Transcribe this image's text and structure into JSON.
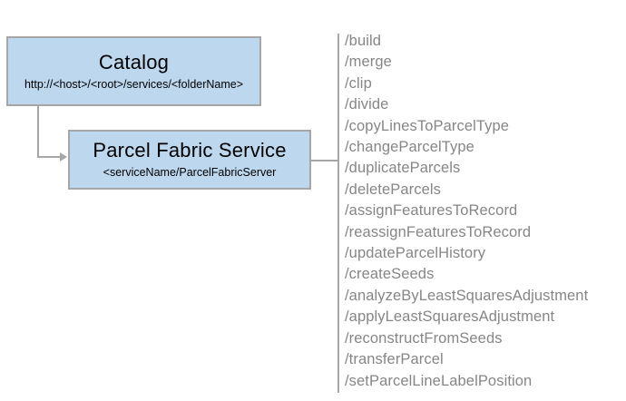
{
  "diagram": {
    "catalog_box": {
      "title": "Catalog",
      "subtitle": "http://<host>/<root>/services/<folderName>"
    },
    "service_box": {
      "title": "Parcel Fabric Service",
      "subtitle": "<serviceName/ParcelFabricServer"
    },
    "endpoints": [
      "/build",
      "/merge",
      "/clip",
      "/divide",
      "/copyLinesToParcelType",
      "/changeParcelType",
      "/duplicateParcels",
      "/deleteParcels",
      "/assignFeaturesToRecord",
      "/reassignFeaturesToRecord",
      "/updateParcelHistory",
      "/createSeeds",
      "/analyzeByLeastSquaresAdjustment",
      "/applyLeastSquaresAdjustment",
      "/reconstructFromSeeds",
      "/transferParcel",
      "/setParcelLineLabelPosition"
    ],
    "colors": {
      "box_fill": "#bdd7ee",
      "box_border": "#a6a6a6",
      "connector": "#a6a6a6",
      "endpoint_text": "#868686",
      "title_text": "#000000"
    }
  }
}
